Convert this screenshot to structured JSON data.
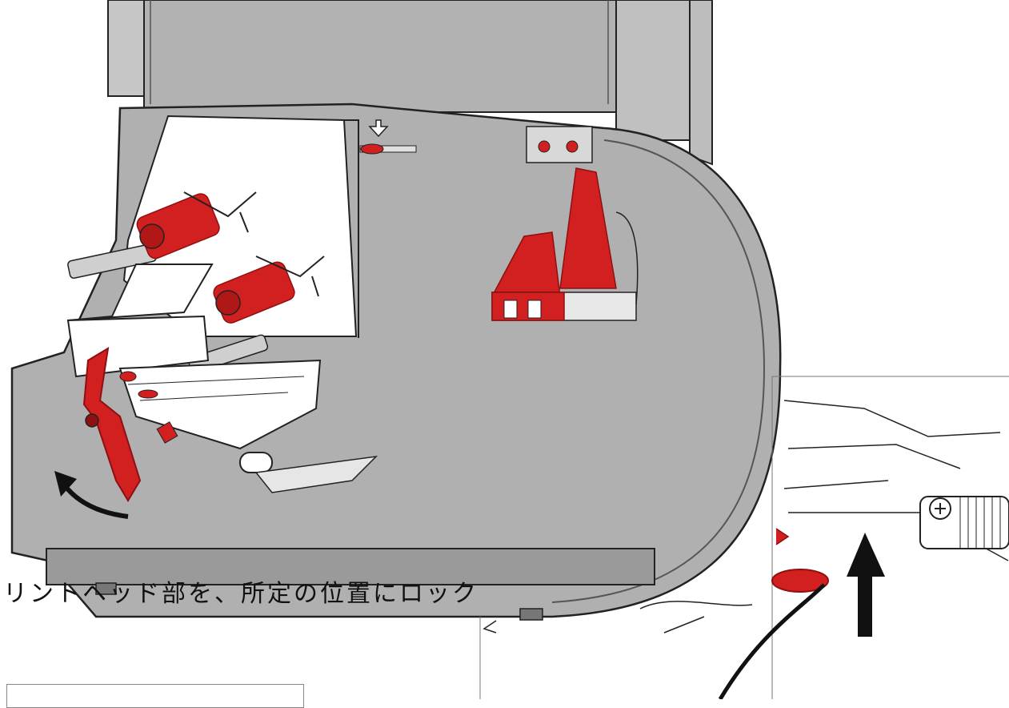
{
  "caption": "リントヘッド部を、所定の位置にロック",
  "colors": {
    "body_gray": "#b0b0b0",
    "body_dark": "#8a8a8a",
    "red_part": "#d21f1f",
    "red_dark": "#8e1010",
    "outline": "#222222",
    "white": "#ffffff"
  },
  "icons": {
    "rotation_arrow": "curved-arrow-counterclockwise",
    "lift_arrow": "arrow-up",
    "lock_indicator": "arrow-down-outline"
  }
}
